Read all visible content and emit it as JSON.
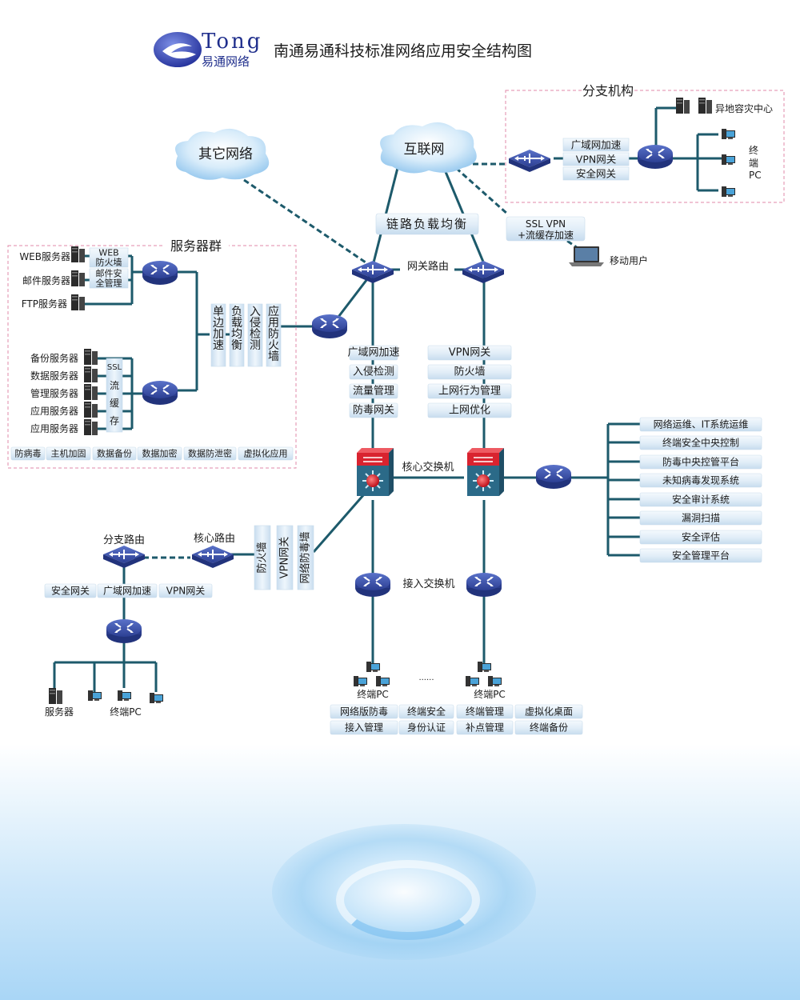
{
  "header": {
    "logo_brand": "Tong",
    "logo_sub": "易通网络",
    "title": "南通易通科技标准网络应用安全结构图"
  },
  "clouds": {
    "other_network": "其它网络",
    "internet": "互联网"
  },
  "branch_office": {
    "title": "分支机构",
    "services": [
      "广域网加速",
      "VPN网关",
      "安全网关"
    ],
    "disaster_recovery": "异地容灾中心",
    "terminal_label": [
      "终",
      "端",
      "PC"
    ]
  },
  "link_balance": "链路负载均衡",
  "ssl_vpn": [
    "SSL VPN",
    "+流缓存加速"
  ],
  "mobile_user": "移动用户",
  "gateway_router": "网关路由",
  "server_farm": {
    "title": "服务器群",
    "group1": {
      "servers": [
        "WEB服务器",
        "邮件服务器",
        "FTP服务器"
      ],
      "services": [
        [
          "WEB",
          "防火墙"
        ],
        [
          "邮件安",
          "全管理"
        ]
      ]
    },
    "group2": {
      "servers": [
        "备份服务器",
        "数据服务器",
        "管理服务器",
        "应用服务器",
        "应用服务器"
      ],
      "services": [
        "SSL",
        "流",
        "缓",
        "存"
      ]
    },
    "vertical_services": [
      "单边加速",
      "负载均衡",
      "入侵检测",
      "应用防火墙"
    ],
    "bottom_services": [
      "防病毒",
      "主机加固",
      "数据备份",
      "数据加密",
      "数据防泄密",
      "虚拟化应用"
    ]
  },
  "left_chain": [
    "广域网加速",
    "入侵检测",
    "流量管理",
    "防毒网关"
  ],
  "right_chain": [
    "VPN网关",
    "防火墙",
    "上网行为管理",
    "上网优化"
  ],
  "core_switch": "核心交换机",
  "management": [
    "网络运维、IT系统运维",
    "终端安全中央控制",
    "防毒中央控管平台",
    "未知病毒发现系统",
    "安全审计系统",
    "漏洞扫描",
    "安全评估",
    "安全管理平台"
  ],
  "branch_routing": {
    "branch_router": "分支路由",
    "core_router": "核心路由",
    "vertical_services": [
      "防火墙",
      "VPN网关",
      "网络防毒墙"
    ],
    "services": [
      "安全网关",
      "广域网加速",
      "VPN网关"
    ],
    "server_label": "服务器",
    "terminal_label": "终端PC"
  },
  "access": {
    "switch_label": "接入交换机",
    "terminal_left": "终端PC",
    "terminal_right": "终端PC",
    "ellipsis": "......",
    "services_row1": [
      "网络版防毒",
      "终端安全",
      "终端管理",
      "虚拟化桌面"
    ],
    "services_row2": [
      "接入管理",
      "身份认证",
      "补点管理",
      "终端备份"
    ]
  },
  "colors": {
    "line": "#1d5a6b",
    "router": "#3a4fa8",
    "core_switch_top": "#d9232f",
    "core_switch_body": "#2b6a88",
    "dashed_border": "#e08aa8"
  }
}
